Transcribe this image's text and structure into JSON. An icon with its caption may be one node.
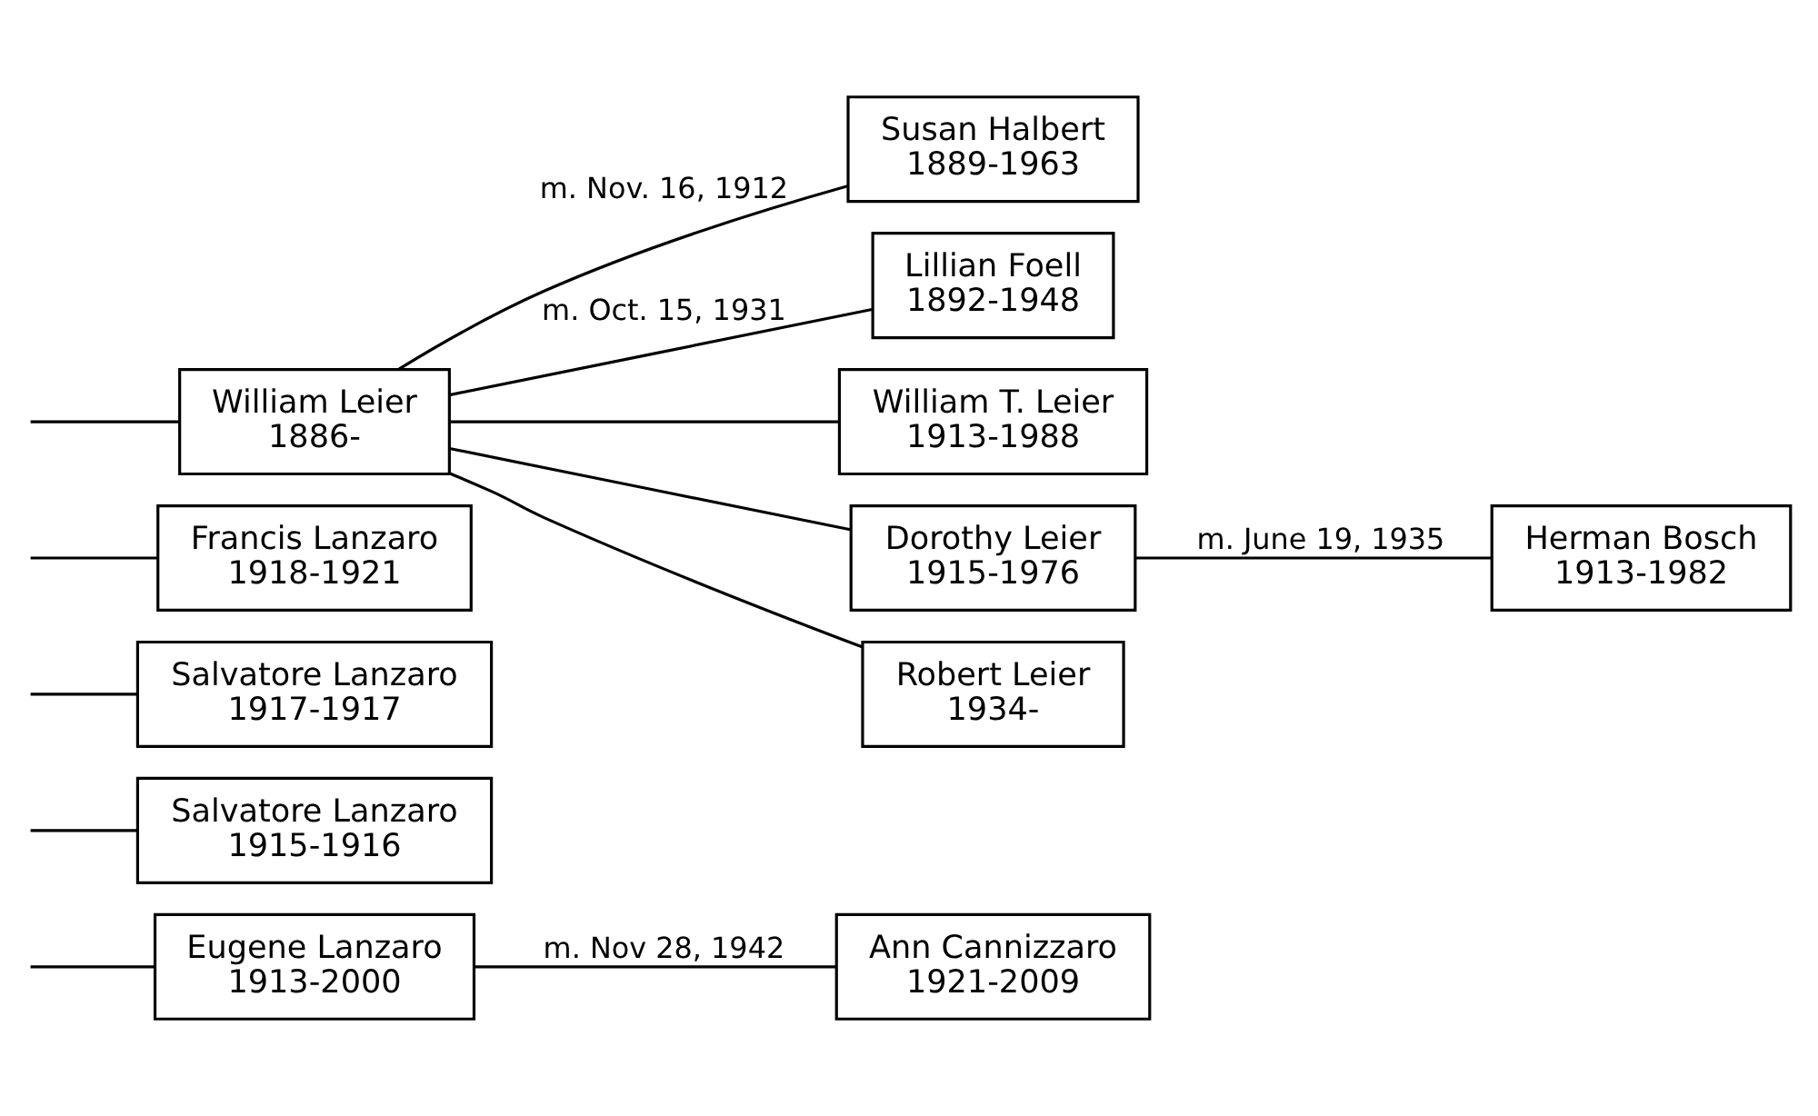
{
  "diagram": {
    "nodes": [
      {
        "text": [
          "Eugene Lanzaro",
          "1913-2000"
        ]
      },
      {
        "text": [
          "Ann Cannizzaro",
          "1921-2009"
        ]
      },
      {
        "text": [
          "Salvatore Lanzaro",
          "1915-1916"
        ]
      },
      {
        "text": [
          "Salvatore Lanzaro",
          "1917-1917"
        ]
      },
      {
        "text": [
          "Francis Lanzaro",
          "1918-1921"
        ]
      },
      {
        "text": [
          "William Leier",
          "1886-"
        ]
      },
      {
        "text": [
          "Susan Halbert",
          "1889-1963"
        ]
      },
      {
        "text": [
          "Lillian Foell",
          "1892-1948"
        ]
      },
      {
        "text": [
          "William T. Leier",
          "1913-1988"
        ]
      },
      {
        "text": [
          "Dorothy Leier",
          "1915-1976"
        ]
      },
      {
        "text": [
          "Herman Bosch",
          "1913-1982"
        ]
      },
      {
        "text": [
          "Robert Leier",
          "1934-"
        ]
      }
    ],
    "edges": [
      {
        "from": null,
        "to": 0,
        "arrow": "none"
      },
      {
        "from": 0,
        "to": 1,
        "arrow": "none",
        "label": "m. Nov 28, 1942"
      },
      {
        "from": null,
        "to": 2,
        "arrow": "none"
      },
      {
        "from": null,
        "to": 3,
        "arrow": "none"
      },
      {
        "from": null,
        "to": 4,
        "arrow": "none"
      },
      {
        "from": null,
        "to": 5,
        "arrow": "none"
      },
      {
        "from": 5,
        "to": 6,
        "arrow": "none",
        "label": "m. Nov. 16, 1912"
      },
      {
        "from": 5,
        "to": 7,
        "arrow": "none",
        "label": "m. Oct. 15, 1931"
      },
      {
        "from": 5,
        "to": 8,
        "arrow": "none"
      },
      {
        "from": 5,
        "to": 9,
        "arrow": "none"
      },
      {
        "from": 9,
        "to": 10,
        "arrow": "none",
        "label": "m. June 19, 1935"
      },
      {
        "from": 5,
        "to": 11,
        "arrow": "none"
      }
    ]
  }
}
